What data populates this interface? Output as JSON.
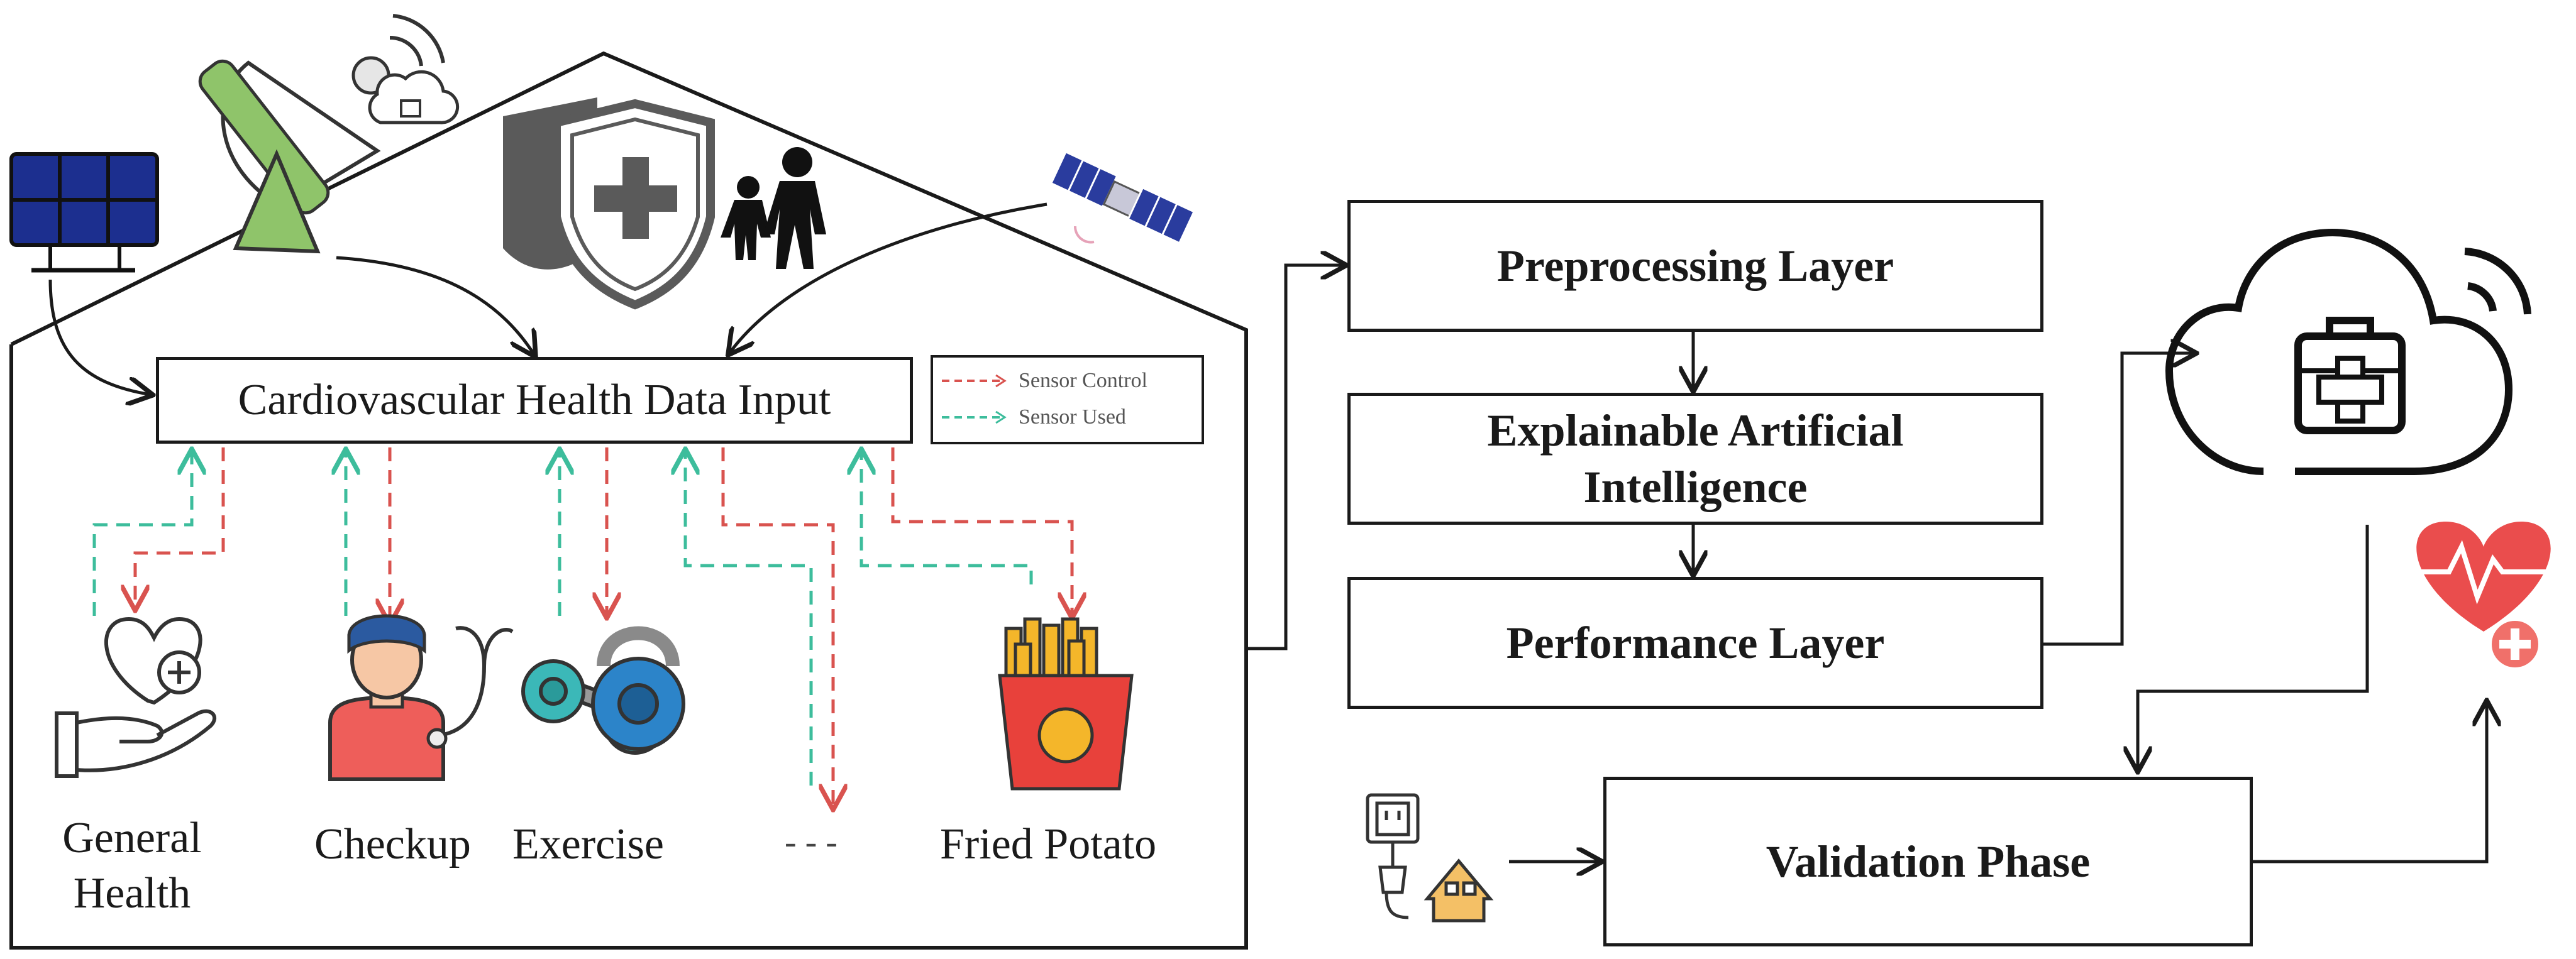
{
  "diagram": {
    "input_box": "Cardiovascular Health Data Input",
    "legend": {
      "control": "Sensor Control",
      "used": "Sensor Used"
    },
    "inputs": {
      "general_health": "General Health",
      "checkup": "Checkup",
      "exercise": "Exercise",
      "ellipsis": "- - -",
      "fried_potato": "Fried Potato"
    },
    "layers": {
      "preprocessing": "Preprocessing Layer",
      "xai": "Explainable Artificial Intelligence",
      "performance": "Performance Layer",
      "validation": "Validation Phase"
    },
    "icons": [
      "solar-panel-icon",
      "satellite-dish-icon",
      "security-shield-icon",
      "family-icon",
      "satellite-icon",
      "heart-care-icon",
      "doctor-icon",
      "dumbbell-icon",
      "kettlebell-icon",
      "fries-icon",
      "cloud-medical-icon",
      "heart-plus-icon",
      "smart-home-plug-icon"
    ],
    "colors": {
      "sensor_control": "#d9534f",
      "sensor_used": "#3dbd9c",
      "satellite_dish": "#8fc46a",
      "solar_panel": "#1c2f8f",
      "heart_icon": "#e84a4a"
    }
  }
}
